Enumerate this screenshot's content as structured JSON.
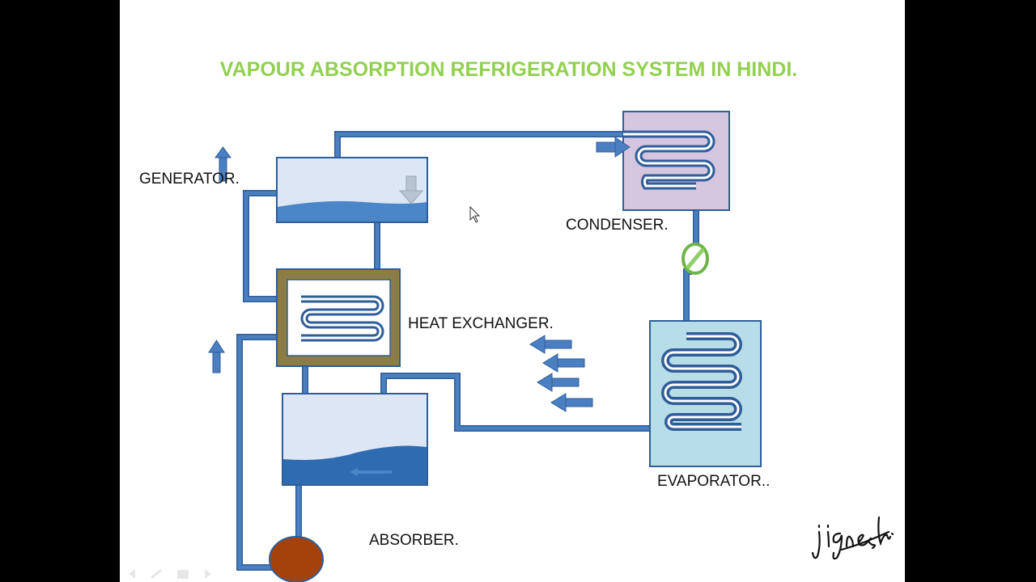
{
  "title": "VAPOUR ABSORPTION REFRIGERATION SYSTEM IN HINDI.",
  "labels": {
    "generator": "GENERATOR.",
    "condenser": "CONDENSER.",
    "heat_exchanger": "HEAT EXCHANGER.",
    "evaporator": "EVAPORATOR..",
    "absorber": "ABSORBER."
  },
  "colors": {
    "pipe": "#4a7fc1",
    "pipe_edge": "#2f5d99",
    "generator_fill": "#dce6f4",
    "liquid": "#4a86c8",
    "absorber_liquid": "#2f6bb0",
    "condenser_fill": "#d5c6e0",
    "evaporator_fill": "#b7dde8",
    "heat_exchanger_frame": "#8b7d43",
    "pump": "#a5420c",
    "valve": "#8fd06a",
    "title": "#92d050"
  }
}
